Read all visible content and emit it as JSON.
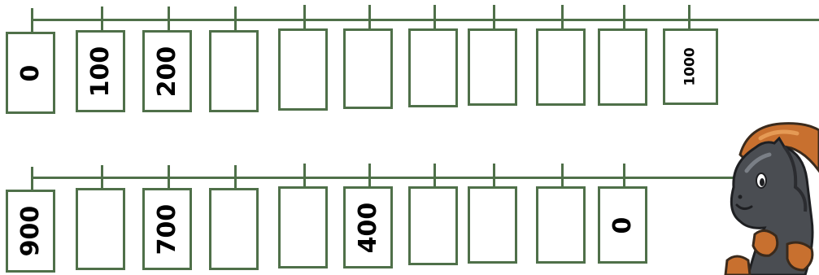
{
  "top_row": {
    "labels": [
      "0",
      "100",
      "200",
      "",
      "",
      "",
      "",
      "",
      "",
      "",
      "1000"
    ]
  },
  "bottom_row": {
    "labels": [
      "900",
      "",
      "700",
      "",
      "",
      "400",
      "",
      "",
      "",
      "0"
    ]
  },
  "colors": {
    "line": "#4f7049",
    "box_border": "#4f7049",
    "text": "#000000"
  },
  "icons": {
    "mascot": "chess-knight-mascot-icon"
  }
}
